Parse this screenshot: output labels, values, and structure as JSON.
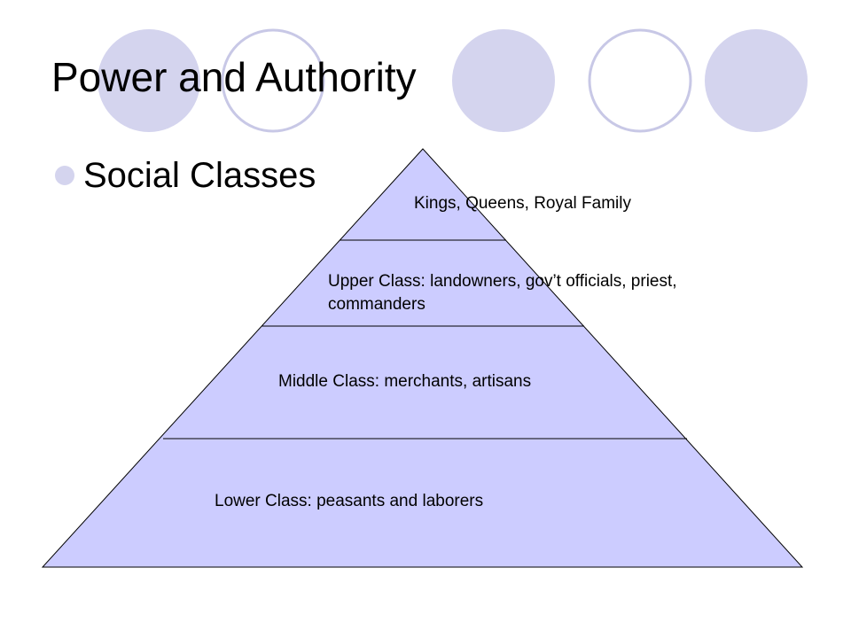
{
  "slide": {
    "title": "Power and Authority",
    "bullet": "Social Classes"
  },
  "colors": {
    "accent": "#D4D4EE",
    "circle_outline": "#C8C8E6",
    "pyramid_fill": "#CCCCFF",
    "pyramid_stroke": "#000000",
    "bullet": "#D4D4EE"
  },
  "pyramid": {
    "tiers": [
      {
        "id": "top",
        "label": "Kings, Queens, Royal Family"
      },
      {
        "id": "upper",
        "label_line1": "Upper Class: landowners, gov’t officials, priest,",
        "label_line2": "commanders"
      },
      {
        "id": "middle",
        "label": "Middle Class: merchants, artisans"
      },
      {
        "id": "lower",
        "label": "Lower Class: peasants and laborers"
      }
    ]
  }
}
